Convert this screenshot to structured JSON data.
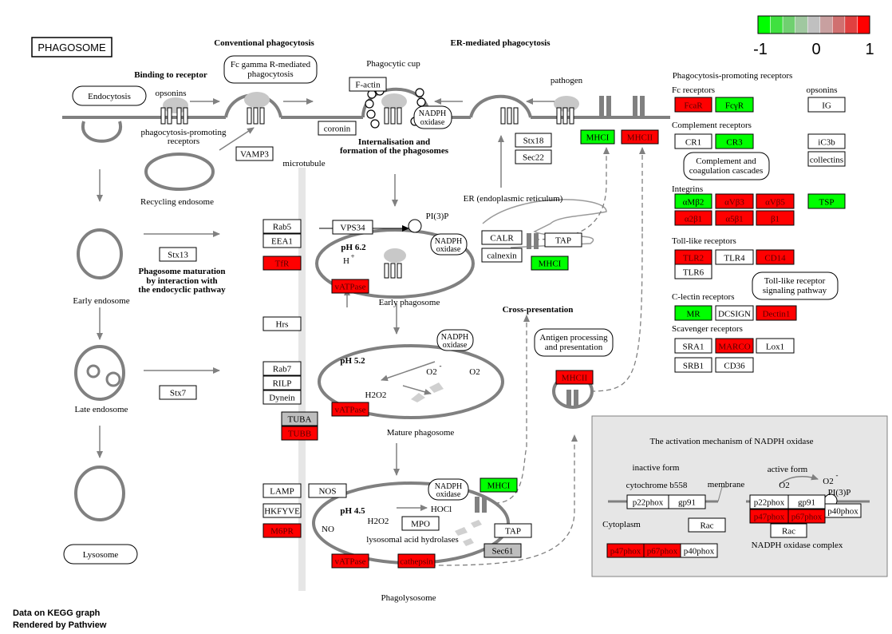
{
  "title": "PHAGOSOME",
  "legend": {
    "min_label": "-1",
    "mid_label": "0",
    "max_label": "1",
    "colors": [
      "#00ff00",
      "#40e040",
      "#70d070",
      "#a0c8a0",
      "#c0c0c0",
      "#c8a0a0",
      "#d07070",
      "#e04040",
      "#ff0000"
    ]
  },
  "colors": {
    "up": "#ff0000",
    "down": "#00ff00",
    "none": "#ffffff",
    "nodata": "#bebebe",
    "line": "#808080"
  },
  "footer": {
    "line1": "Data on KEGG graph",
    "line2": "Rendered by Pathview"
  },
  "headers": {
    "conventional": "Conventional phagocytosis",
    "er_mediated": "ER-mediated phagocytosis",
    "binding": "Binding to receptor",
    "internalisation_1": "Internalisation and",
    "internalisation_2": "formation of the phagosomes",
    "maturation_1": "Phagosome maturation",
    "maturation_2": "by interaction with",
    "maturation_3": "the endocyclic pathway",
    "cross": "Cross-presentation",
    "pp_receptors": "Phagocytosis-promoting receptors",
    "fc_receptors": "Fc receptors",
    "opsonins_right": "opsonins",
    "complement": "Complement receptors",
    "integrins": "Integrins",
    "tlr": "Toll-like receptors",
    "clectin": "C-lectin receptors",
    "scavenger": "Scavenger receptors"
  },
  "labels": {
    "opsonins": "opsonins",
    "pp_receptors_1": "phagocytosis-promoting",
    "pp_receptors_2": "receptors",
    "phagocytic_cup": "Phagocytic cup",
    "pathogen": "pathogen",
    "recycling_endosome": "Recycling endosome",
    "microtubule": "microtubule",
    "er": "ER (endoplasmic reticulum)",
    "pi3p": "PI(3)P",
    "ph62": "pH 6.2",
    "hplus": "H",
    "plus": "+",
    "early_phagosome": "Early phagosome",
    "early_endosome": "Early endosome",
    "ph52": "pH 5.2",
    "o2minus": "O2",
    "minus": "-",
    "o2": "O2",
    "h2o2": "H2O2",
    "mature_phagosome": "Mature phagosome",
    "late_endosome": "Late endosome",
    "ph45": "pH 4.5",
    "no": "NO",
    "hocl": "HOCl",
    "h2o2_2": "H2O2",
    "lysosomal": "lysosomal acid hydrolases",
    "phagolysosome": "Phagolysosome",
    "nadph_panel": "The activation mechanism of NADPH oxidase",
    "inactive": "inactive form",
    "cytb558": "cytochrome b558",
    "membrane": "membrane",
    "active": "active form",
    "o2_panel": "O2",
    "o2m_panel": "O2",
    "minus_panel": "-",
    "pi3p_panel": "PI(3)P",
    "cytoplasm": "Cytoplasm",
    "nadph_complex": "NADPH oxidase complex"
  },
  "rounded_boxes": {
    "endocytosis": "Endocytosis",
    "fc_gamma_1": "Fc gamma R-mediated",
    "fc_gamma_2": "phagocytosis",
    "nadph_1": "NADPH",
    "nadph_2": "oxidase",
    "complement_cascade_1": "Complement and",
    "complement_cascade_2": "coagulation cascades",
    "tlr_pathway_1": "Toll-like receptor",
    "tlr_pathway_2": "signaling pathway",
    "antigen_1": "Antigen processing",
    "antigen_2": "and presentation",
    "lysosome": "Lysosome"
  },
  "genes": [
    {
      "id": "factin",
      "label": "F-actin",
      "state": "none"
    },
    {
      "id": "coronin",
      "label": "coronin",
      "state": "none"
    },
    {
      "id": "vamp3",
      "label": "VAMP3",
      "state": "none"
    },
    {
      "id": "stx18",
      "label": "Stx18",
      "state": "none"
    },
    {
      "id": "sec22",
      "label": "Sec22",
      "state": "none"
    },
    {
      "id": "mhci_top",
      "label": "MHCI",
      "state": "down"
    },
    {
      "id": "mhcii_top",
      "label": "MHCII",
      "state": "up"
    },
    {
      "id": "fcar",
      "label": "FcaR",
      "state": "up"
    },
    {
      "id": "fcgr",
      "label": "FcγR",
      "state": "down"
    },
    {
      "id": "ig",
      "label": "IG",
      "state": "none"
    },
    {
      "id": "cr1",
      "label": "CR1",
      "state": "none"
    },
    {
      "id": "cr3",
      "label": "CR3",
      "state": "down"
    },
    {
      "id": "ic3b",
      "label": "iC3b",
      "state": "none"
    },
    {
      "id": "collectins",
      "label": "collectins",
      "state": "none"
    },
    {
      "id": "amb2",
      "label": "αMβ2",
      "state": "down"
    },
    {
      "id": "avb3",
      "label": "αVβ3",
      "state": "up"
    },
    {
      "id": "avb5",
      "label": "αVβ5",
      "state": "up"
    },
    {
      "id": "tsp",
      "label": "TSP",
      "state": "down"
    },
    {
      "id": "a2b1",
      "label": "α2β1",
      "state": "up"
    },
    {
      "id": "a5b1",
      "label": "α5β1",
      "state": "up"
    },
    {
      "id": "b1",
      "label": "β1",
      "state": "up"
    },
    {
      "id": "tlr2",
      "label": "TLR2",
      "state": "up"
    },
    {
      "id": "tlr4",
      "label": "TLR4",
      "state": "none"
    },
    {
      "id": "cd14",
      "label": "CD14",
      "state": "up"
    },
    {
      "id": "tlr6",
      "label": "TLR6",
      "state": "none"
    },
    {
      "id": "mr",
      "label": "MR",
      "state": "down"
    },
    {
      "id": "dcsign",
      "label": "DCSIGN",
      "state": "none"
    },
    {
      "id": "dectin1",
      "label": "Dectin1",
      "state": "up"
    },
    {
      "id": "sra1",
      "label": "SRA1",
      "state": "none"
    },
    {
      "id": "marco",
      "label": "MARCO",
      "state": "up"
    },
    {
      "id": "lox1",
      "label": "Lox1",
      "state": "none"
    },
    {
      "id": "srb1",
      "label": "SRB1",
      "state": "none"
    },
    {
      "id": "cd36",
      "label": "CD36",
      "state": "none"
    },
    {
      "id": "rab5",
      "label": "Rab5",
      "state": "none"
    },
    {
      "id": "eea1",
      "label": "EEA1",
      "state": "none"
    },
    {
      "id": "vps34",
      "label": "VPS34",
      "state": "none"
    },
    {
      "id": "tfr",
      "label": "TfR",
      "state": "up"
    },
    {
      "id": "stx13",
      "label": "Stx13",
      "state": "none"
    },
    {
      "id": "vatpase1",
      "label": "vATPase",
      "state": "up"
    },
    {
      "id": "calr",
      "label": "CALR",
      "state": "none"
    },
    {
      "id": "tap1",
      "label": "TAP",
      "state": "none"
    },
    {
      "id": "calnexin",
      "label": "calnexin",
      "state": "none"
    },
    {
      "id": "mhci_er",
      "label": "MHCI",
      "state": "down"
    },
    {
      "id": "hrs",
      "label": "Hrs",
      "state": "none"
    },
    {
      "id": "rab7",
      "label": "Rab7",
      "state": "none"
    },
    {
      "id": "rilp",
      "label": "RILP",
      "state": "none"
    },
    {
      "id": "dynein",
      "label": "Dynein",
      "state": "none"
    },
    {
      "id": "tuba",
      "label": "TUBA",
      "state": "nodata"
    },
    {
      "id": "tubb",
      "label": "TUBB",
      "state": "up"
    },
    {
      "id": "stx7",
      "label": "Stx7",
      "state": "none"
    },
    {
      "id": "vatpase2",
      "label": "vATPase",
      "state": "up"
    },
    {
      "id": "mhcii_mid",
      "label": "MHCII",
      "state": "up"
    },
    {
      "id": "lamp",
      "label": "LAMP",
      "state": "none"
    },
    {
      "id": "nos",
      "label": "NOS",
      "state": "none"
    },
    {
      "id": "hkfyve",
      "label": "HKFYVE",
      "state": "none"
    },
    {
      "id": "m6pr",
      "label": "M6PR",
      "state": "up"
    },
    {
      "id": "mhci_bot",
      "label": "MHCI",
      "state": "down"
    },
    {
      "id": "mpo",
      "label": "MPO",
      "state": "none"
    },
    {
      "id": "tap2",
      "label": "TAP",
      "state": "none"
    },
    {
      "id": "sec61",
      "label": "Sec61",
      "state": "nodata"
    },
    {
      "id": "vatpase3",
      "label": "vATPase",
      "state": "up"
    },
    {
      "id": "cathepsin",
      "label": "cathepsin",
      "state": "up"
    },
    {
      "id": "p22_in",
      "label": "p22phox",
      "state": "none"
    },
    {
      "id": "gp91_in",
      "label": "gp91",
      "state": "none"
    },
    {
      "id": "rac_in",
      "label": "Rac",
      "state": "none"
    },
    {
      "id": "p47_in",
      "label": "p47phox",
      "state": "up"
    },
    {
      "id": "p67_in",
      "label": "p67phox",
      "state": "up"
    },
    {
      "id": "p40_in",
      "label": "p40phox",
      "state": "none"
    },
    {
      "id": "p22_act",
      "label": "p22phox",
      "state": "none"
    },
    {
      "id": "gp91_act",
      "label": "gp91",
      "state": "none"
    },
    {
      "id": "p47_act",
      "label": "p47phox",
      "state": "up"
    },
    {
      "id": "p67_act",
      "label": "p67phox",
      "state": "up"
    },
    {
      "id": "p40_act",
      "label": "p40phox",
      "state": "none"
    },
    {
      "id": "rac_act",
      "label": "Rac",
      "state": "none"
    }
  ]
}
